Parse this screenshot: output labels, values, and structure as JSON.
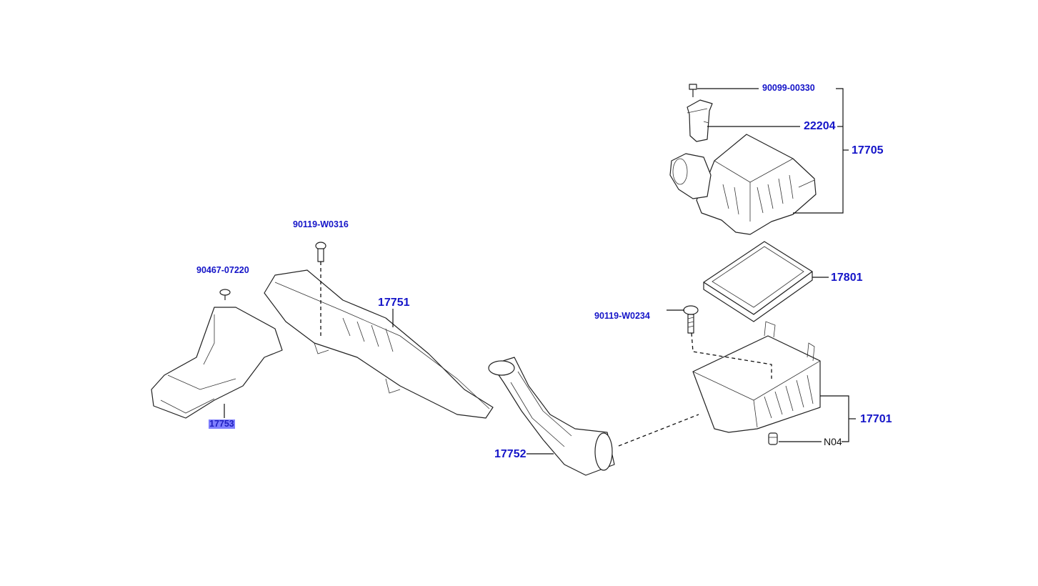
{
  "labels": {
    "p90099": "90099-00330",
    "p22204": "22204",
    "p17705": "17705",
    "p17801": "17801",
    "p90119a": "90119-W0316",
    "p90119b": "90119-W0234",
    "p90467": "90467-07220",
    "p17751": "17751",
    "p17701": "17701",
    "pN04": "N04",
    "p17752": "17752",
    "p17753": "17753"
  },
  "colors": {
    "label": "#1414c8",
    "highlight": "#8080ff",
    "line": "#111111"
  },
  "selected_part": "17753"
}
